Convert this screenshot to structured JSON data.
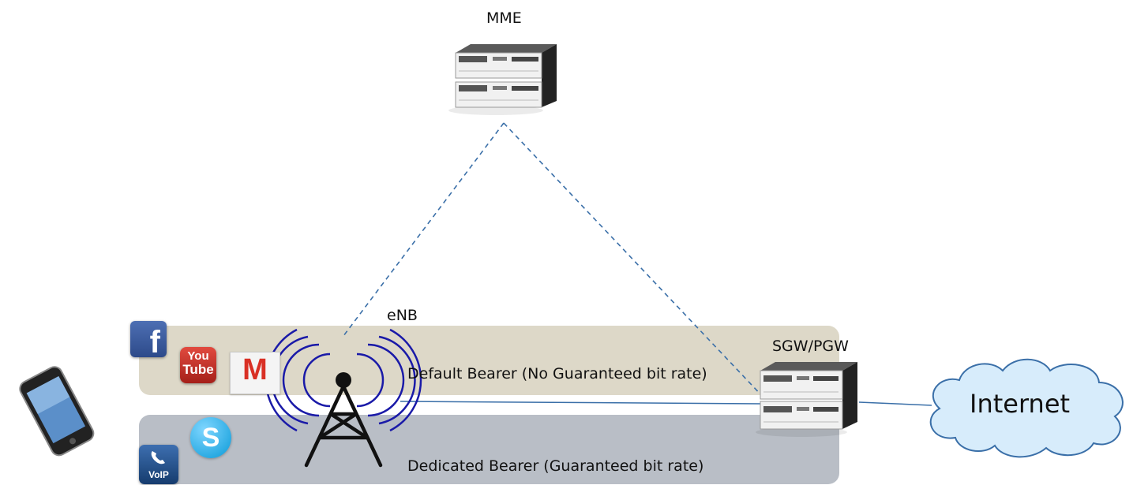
{
  "nodes": {
    "mme": {
      "label": "MME"
    },
    "enb": {
      "label": "eNB"
    },
    "sgw_pgw": {
      "label": "SGW/PGW"
    },
    "internet": {
      "label": "Internet"
    }
  },
  "bearers": {
    "default": {
      "label": "Default Bearer (No Guaranteed bit rate)",
      "color": "#ddd8c8"
    },
    "dedicated": {
      "label": "Dedicated Bearer (Guaranteed bit rate)",
      "color": "#b9bec6"
    }
  },
  "apps": {
    "facebook": {
      "glyph": "f",
      "color": "#3b5998"
    },
    "youtube": {
      "line1": "You",
      "line2": "Tube",
      "color": "#c4302b"
    },
    "gmail": {
      "glyph": "M",
      "color": "#d93025"
    },
    "skype": {
      "glyph": "S",
      "color": "#00aff0"
    },
    "voip": {
      "label": "VoIP",
      "color": "#1f4f8a"
    }
  },
  "links": {
    "color": "#3a6fa8"
  }
}
